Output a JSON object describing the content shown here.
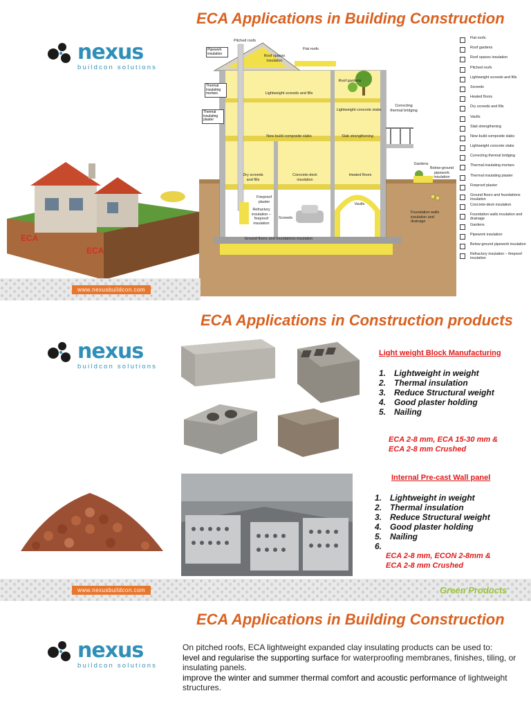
{
  "brand": {
    "name": "nexus",
    "tagline": "buildcon solutions",
    "url": "www.nexusbuildcon.com",
    "colors": {
      "title": "#d9601e",
      "brand": "#2f8fb8",
      "accent_red": "#e01919",
      "green": "#9bc43c"
    }
  },
  "slide1": {
    "title": "ECA Applications in Building Construction",
    "diagram_labels": {
      "pitched_roofs": "Pitched roofs",
      "flat_roofs": "Flat roofs",
      "roof_spaces": "Roof spaces insulation",
      "pipework": "Pipework insulation",
      "thermal_mortars": "Thermal insulating mortars",
      "thermal_plaster": "Thermal insulating plaster",
      "lw_screeds": "Lightweight screeds and fills",
      "roof_gardens": "Roof gardens",
      "lw_concrete_slabs": "Lightweight concrete slabs",
      "correcting_bridging": "Correcting thermal bridging",
      "composite_slabs": "New-build composite slabs",
      "slab_strengthening": "Slab strengthening",
      "gardens": "Gardens",
      "below_ground": "Below-ground pipework insulation",
      "dry_screeds": "Dry screeds and fills",
      "concrete_deck": "Concrete-deck insulation",
      "heated_floors": "Heated floors",
      "fireproof_plaster": "Fireproof plaster",
      "refractory": "Refractory insulation – fireproof insulation",
      "screeds": "Screeds",
      "vaults": "Vaults",
      "foundation_walls": "Foundation walls insulation and drainage",
      "ground_floors": "Ground floors and foundations insulation"
    },
    "image_labels": [
      "ECA",
      "ECA"
    ],
    "legend": [
      "Flat roofs",
      "Roof gardens",
      "Roof spaces insulation",
      "Pitched roofs",
      "Lightweight screeds and fills",
      "Screeds",
      "Heated floors",
      "Dry screeds and fills",
      "Vaults",
      "Slab strengthening",
      "New-build composite slabs",
      "Lightweight concrete slabs",
      "Correcting thermal bridging",
      "Thermal insulating mortars",
      "Thermal insulating plaster",
      "Fireproof plaster",
      "Ground floors and foundations insulation",
      "Concrete-deck insulation",
      "Foundation walls insulation and drainage",
      "Gardens",
      "Pipework insulation",
      "Below-ground pipework insulation",
      "Refractory insulation – fireproof insulation"
    ]
  },
  "slide2": {
    "title": "ECA Applications in Construction products",
    "block": {
      "heading": "Light weight Block  Manufacturing",
      "points": [
        {
          "n": "1.",
          "text": "Lightweight in weight"
        },
        {
          "n": "2.",
          "text": "Thermal insulation"
        },
        {
          "n": "3.",
          "text": "Reduce Structural weight"
        },
        {
          "n": "4.",
          "text": "Good plaster holding"
        },
        {
          "n": "5.",
          "text": "Nailing"
        }
      ],
      "spec_line1": "ECA  2-8 mm, ECA 15-30 mm &",
      "spec_line2": "ECA 2-8 mm Crushed"
    },
    "panel": {
      "heading": "Internal Pre-cast Wall panel",
      "points": [
        {
          "n": "1.",
          "text": "Lightweight in weight"
        },
        {
          "n": "2.",
          "text": "Thermal insulation"
        },
        {
          "n": "3.",
          "text": "Reduce Structural weight"
        },
        {
          "n": "4.",
          "text": "Good plaster holding"
        },
        {
          "n": "5.",
          "text": "Nailing"
        },
        {
          "n": "6.",
          "text": ""
        }
      ],
      "spec_line1": "ECA  2-8 mm, ECON 2-8mm &",
      "spec_line2": "ECA 2-8 mm Crushed"
    },
    "footer_tag": "Green Products"
  },
  "slide3": {
    "title": "ECA Applications in Building Construction",
    "intro": "On pitched roofs, ECA lightweight expanded clay insulating products can be used to:",
    "b1_emph": "level and regularise the supporting surface",
    "b1_rest": " for waterproofing membranes, finishes, tiling, or insulating panels.",
    "b2_emph": "improve the winter and summer thermal comfort and acoustic performance",
    "b2_rest": " of lightweight structures."
  }
}
